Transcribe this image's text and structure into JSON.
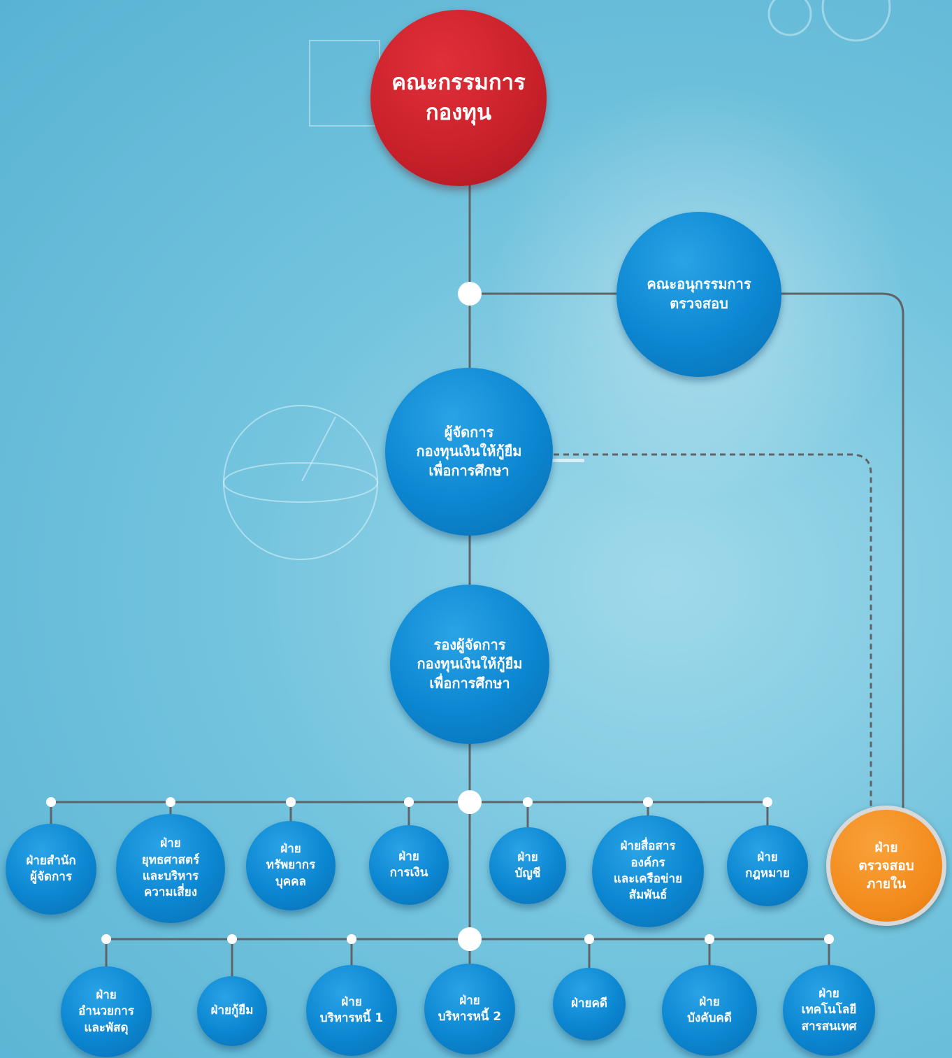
{
  "colors": {
    "line": "#5f6468",
    "board": "#c8202a",
    "unit": "#0b86d1",
    "audit_unit": "#f28a1c",
    "connector_dot": "#ffffff"
  },
  "nodes": {
    "board": "คณะกรรมการ\nกองทุน",
    "audit_committee": "คณะอนุกรรมการ\nตรวจสอบ",
    "manager": "ผู้จัดการ\nกองทุนเงินให้กู้ยืม\nเพื่อการศึกษา",
    "deputy_manager": "รองผู้จัดการ\nกองทุนเงินให้กู้ยืม\nเพื่อการศึกษา",
    "internal_audit": "ฝ่าย\nตรวจสอบ\nภายใน"
  },
  "row1": [
    "ฝ่ายสำนัก\nผู้จัดการ",
    "ฝ่าย\nยุทธศาสตร์\nและบริหาร\nความเสี่ยง",
    "ฝ่าย\nทรัพยากร\nบุคคล",
    "ฝ่าย\nการเงิน",
    "ฝ่าย\nบัญชี",
    "ฝ่ายสื่อสาร\nองค์กร\nและเครือข่าย\nสัมพันธ์",
    "ฝ่าย\nกฎหมาย"
  ],
  "row2": [
    "ฝ่าย\nอำนวยการ\nและพัสดุ",
    "ฝ่ายกู้ยืม",
    "ฝ่าย\nบริหารหนี้ 1",
    "ฝ่าย\nบริหารหนี้ 2",
    "ฝ่ายคดี",
    "ฝ่าย\nบังคับคดี",
    "ฝ่าย\nเทคโนโลยี\nสารสนเทศ"
  ]
}
